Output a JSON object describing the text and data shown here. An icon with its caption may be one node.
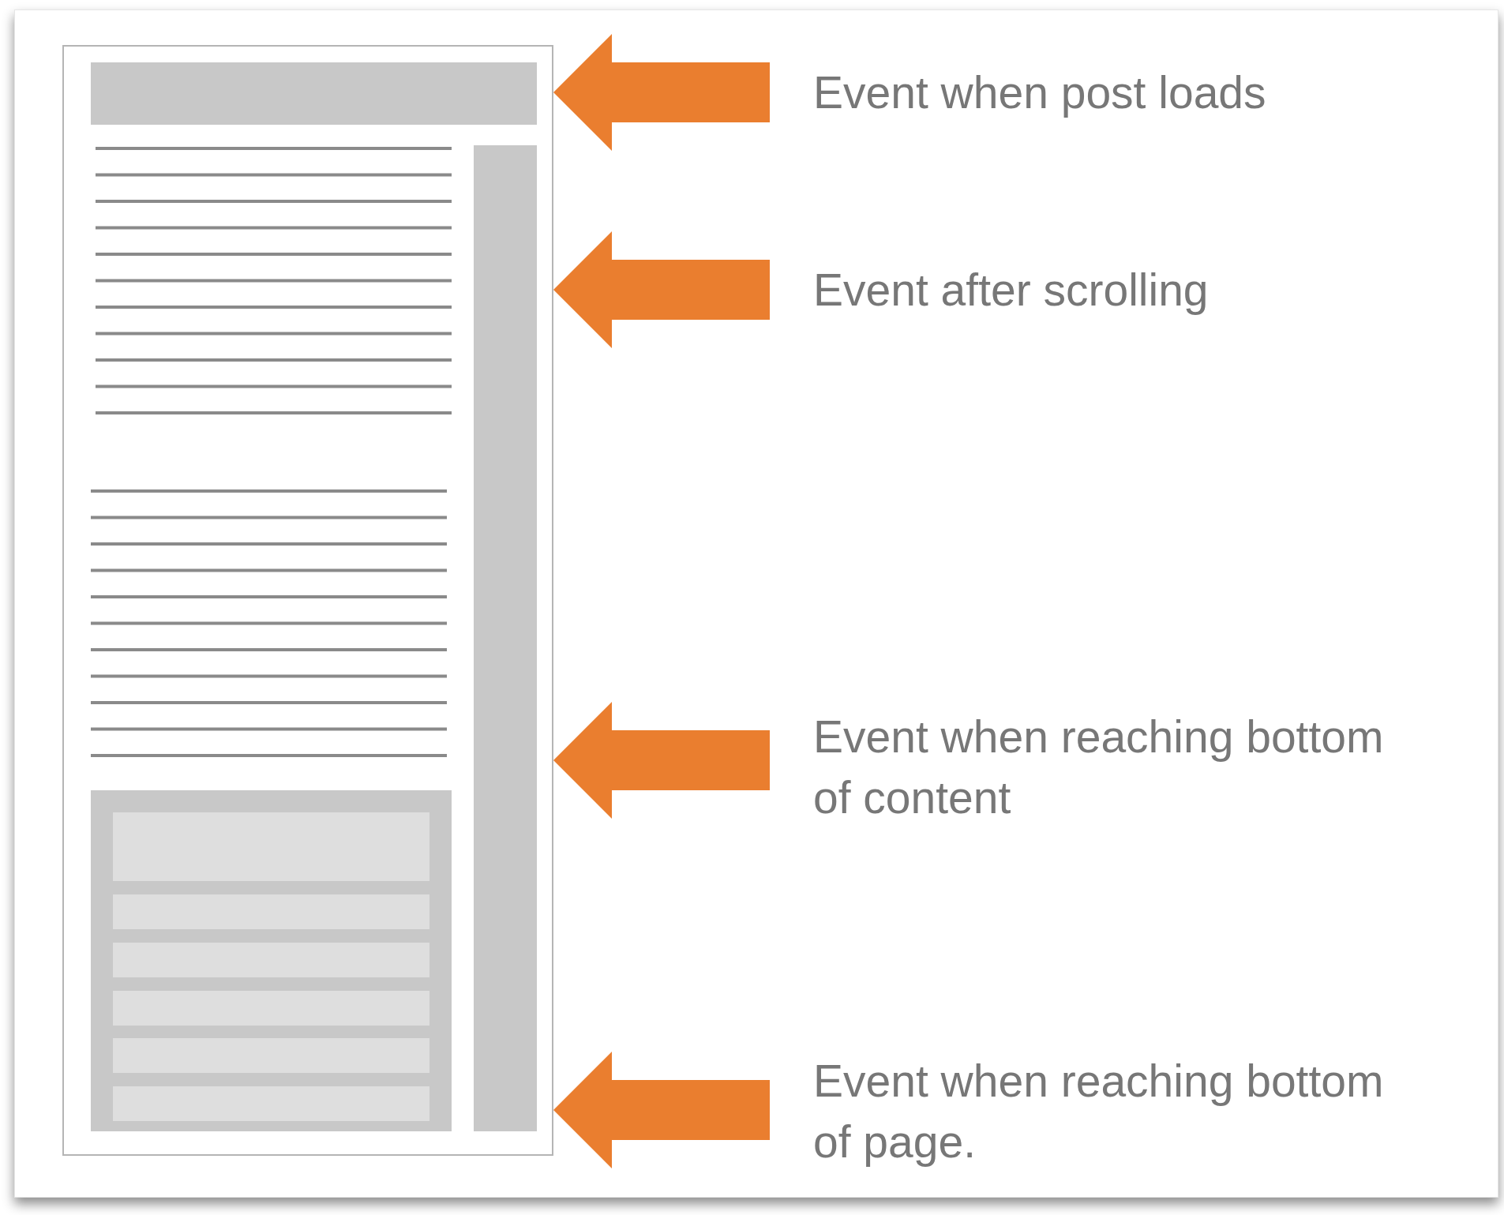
{
  "diagram": {
    "nodes": [
      {
        "text": [],
        "shape": "box"
      },
      {
        "text": [
          "Event when post loads"
        ]
      },
      {
        "text": [
          "Event after scrolling"
        ]
      },
      {
        "text": [
          "Event when reaching bottom of content"
        ]
      },
      {
        "text": [
          "Event when reaching bottom of page."
        ]
      }
    ],
    "edges": [
      {
        "from": 1,
        "to": 0,
        "arrow": "to",
        "style": "thick"
      },
      {
        "from": 2,
        "to": 0,
        "arrow": "to",
        "style": "thick"
      },
      {
        "from": 3,
        "to": 0,
        "arrow": "to",
        "style": "thick"
      },
      {
        "from": 4,
        "to": 0,
        "arrow": "to",
        "style": "thick"
      }
    ]
  }
}
